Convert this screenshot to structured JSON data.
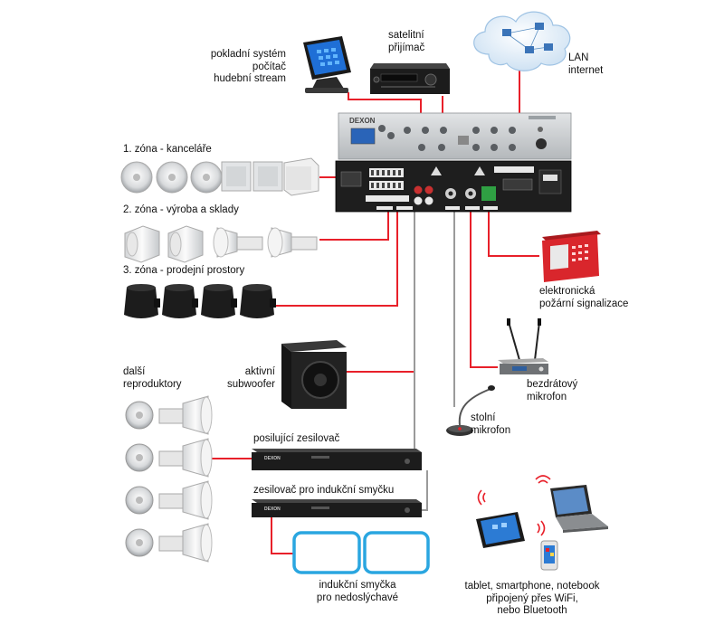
{
  "labels": {
    "pos_system": "pokladní systém\npočítač\nhudební stream",
    "satellite": "satelitní\npřijímač",
    "lan": "LAN\ninternet",
    "zone1": "1. zóna - kanceláře",
    "zone2": "2. zóna - výroba a sklady",
    "zone3": "3. zóna - prodejní prostory",
    "fire": "elektronická\npožární signalizace",
    "other_speakers": "další\nreproduktory",
    "subwoofer": "aktivní\nsubwoofer",
    "wireless_mic": "bezdrátový\nmikrofon",
    "desk_mic": "stolní\nmikrofon",
    "booster_amp": "posilující zesilovač",
    "loop_amp": "zesilovač pro indukční smyčku",
    "induction_loop": "indukční smyčka\npro nedoslýchavé",
    "mobile": "tablet, smartphone, notebook\npřipojený přes WiFi,\nnebo Bluetooth"
  },
  "brand": "DEXON",
  "colors": {
    "wire": "#e8202a",
    "wire_gray": "#9a9a9a",
    "loop": "#2aa6e0",
    "device_dark": "#1e1e1e",
    "panel_light": "#c9ccce",
    "fire_panel": "#d9262c"
  }
}
